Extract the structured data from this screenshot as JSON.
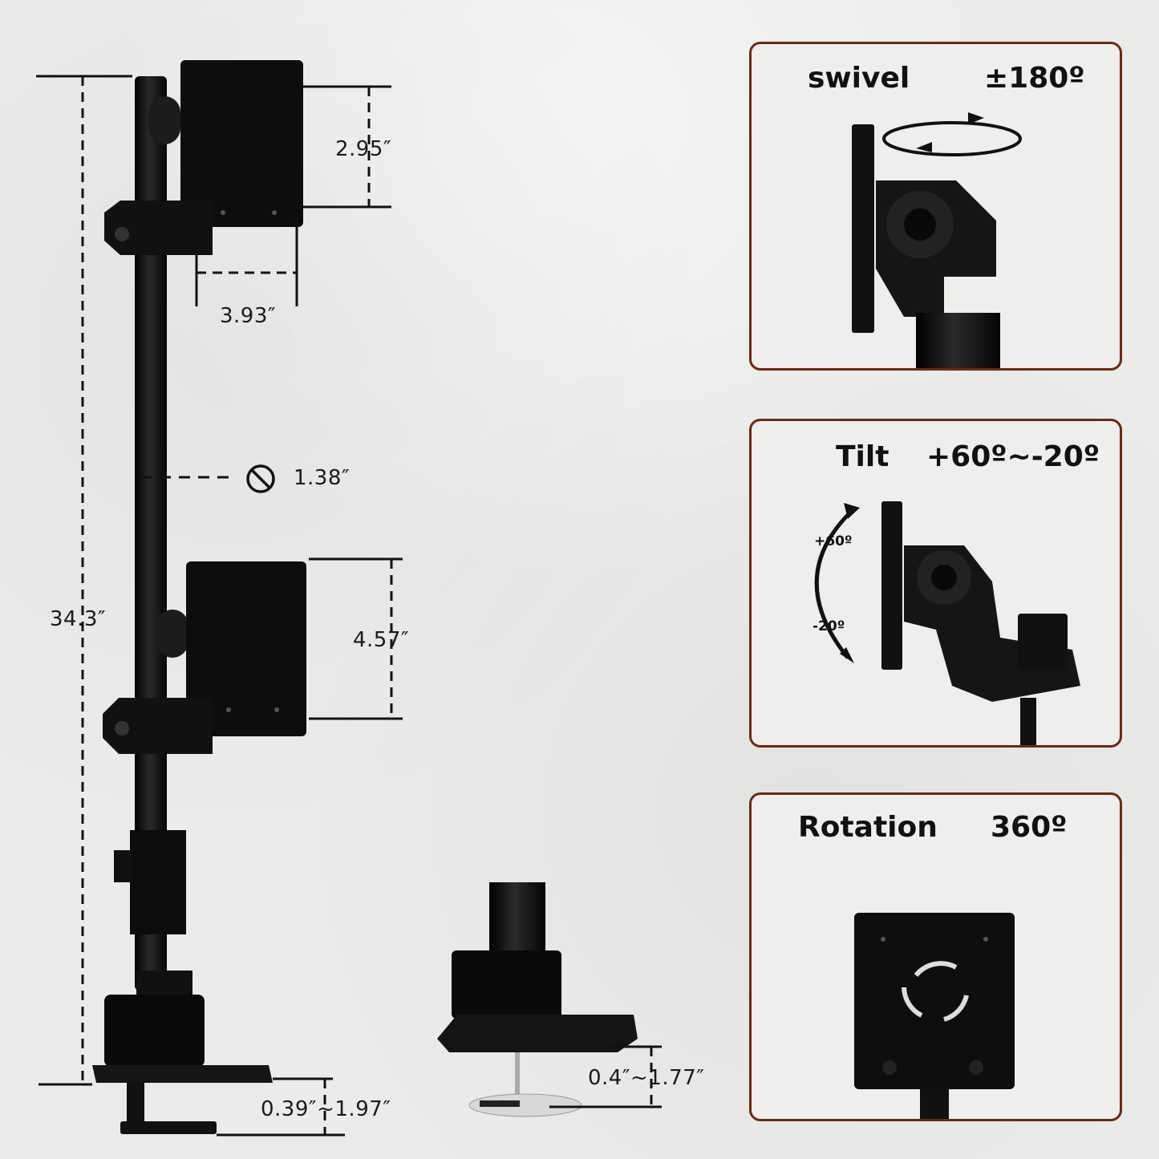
{
  "dimensions": {
    "total_height": "34.3″",
    "top_plate_height": "2.95″",
    "top_plate_width": "3.93″",
    "pole_diameter": "1.38″",
    "lower_plate_height": "4.57″",
    "clamp_range": "0.39″~1.97″",
    "grommet_range": "0.4″~1.77″"
  },
  "panels": [
    {
      "label": "swivel",
      "value": "±180º"
    },
    {
      "label": "Tilt",
      "value": "+60º~-20º",
      "up": "+60º",
      "down": "-20º"
    },
    {
      "label": "Rotation",
      "value": "360º"
    }
  ],
  "colors": {
    "border": "#6b2a10",
    "metal": "#111111"
  }
}
